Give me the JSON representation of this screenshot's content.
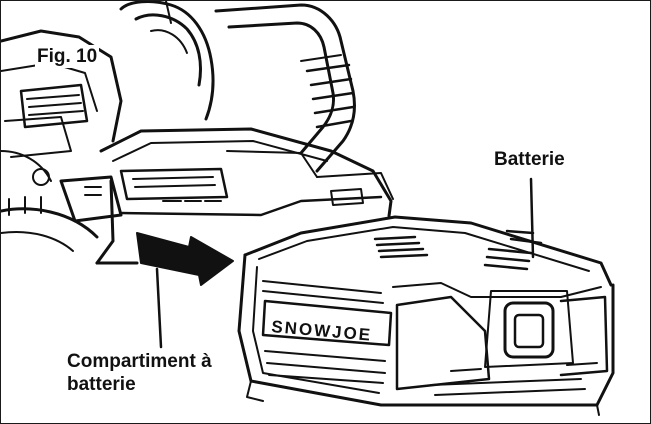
{
  "figure": {
    "title": "Fig. 10",
    "labels": {
      "battery": "Batterie",
      "compartment_line1": "Compartiment à",
      "compartment_line2": "batterie"
    },
    "brand_mark": "SNOWJOE"
  },
  "colors": {
    "ink": "#111111",
    "background": "#ffffff",
    "frame": "#1a1a1a"
  }
}
